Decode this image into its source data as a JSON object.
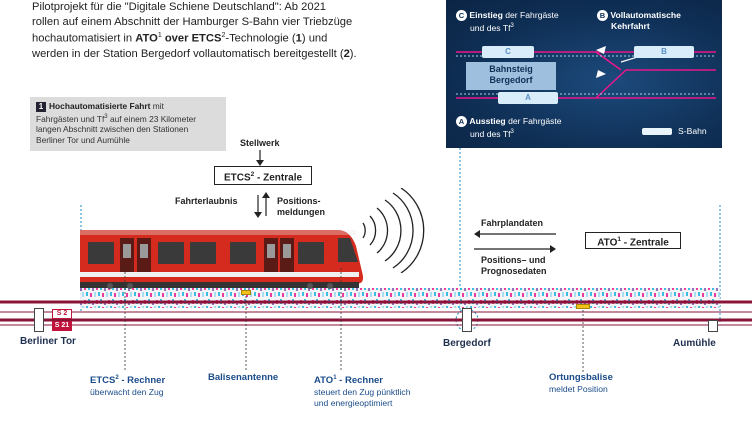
{
  "intro": {
    "line1": "Pilotprojekt für die \"Digitale Schiene Deutschland\": Ab 2021",
    "line2": "rollen auf einem Abschnitt der Hamburger S-Bahn vier Triebzüge",
    "line3_a": "hochautomatisiert in ",
    "line3_ato": "ATO",
    "line3_sup1": "1",
    "line3_over": " over ",
    "line3_etcs": "ETCS",
    "line3_sup2": "2",
    "line3_b": "-Technologie (",
    "line3_n1": "1",
    "line3_c": ") und",
    "line4_a": "werden in der Station Bergedorf vollautomatisch bereitgestellt (",
    "line4_n2": "2",
    "line4_b": ")."
  },
  "step1": {
    "number": "1",
    "title": "Hochautomatisierte Fahrt",
    "text_a": " mit",
    "text_b": "Fahrgästen und Tf",
    "text_b_sup": "3",
    "text_c": " auf einem 23 Kilometer",
    "line3": "langen Abschnitt zwischen den Stationen",
    "line4": "Berliner Tor und Aumühle"
  },
  "stellwerk": {
    "label": "Stellwerk",
    "etcs_box": "ETCS",
    "etcs_sup": "2",
    "etcs_suffix": " - Zentrale",
    "fahrterlaubnis": "Fahrterlaubnis",
    "positions": "Positions-",
    "meldungen": "meldungen"
  },
  "ato_side": {
    "fahrplandaten": "Fahrplandaten",
    "positions_und": "Positions– und",
    "prognosedaten": "Prognosedaten",
    "ato_box": "ATO",
    "ato_sup": "1",
    "ato_suffix": " - Zentrale"
  },
  "track": {
    "s2": "S 2",
    "s21": "S 21",
    "stations": [
      "Berliner Tor",
      "Bergedorf",
      "Aumühle"
    ]
  },
  "bottom_labels": {
    "etcs_title": "ETCS",
    "etcs_sup": "2",
    "etcs_suffix": " - Rechner",
    "etcs_sub": "überwacht den Zug",
    "balise_antenna": "Balisenantenne",
    "ato_title": "ATO",
    "ato_sup": "1",
    "ato_suffix": " - Rechner",
    "ato_sub1": "steuert den Zug pünktlich",
    "ato_sub2": "und energieoptimiert",
    "ortung_title": "Ortungsbalise",
    "ortung_sub": "meldet Position"
  },
  "inset": {
    "c_badge": "C",
    "c_title": "Einstieg",
    "c_rest": " der Fahrgäste",
    "c_line2": "und des Tf",
    "c_sup": "3",
    "b_badge": "B",
    "b_title1": "Vollautomatische",
    "b_title2": "Kehrfahrt",
    "platform1": "Bahnsteig",
    "platform2": "Bergedorf",
    "train_c": "C",
    "train_b": "B",
    "train_a": "A",
    "a_badge": "A",
    "a_title": "Ausstieg",
    "a_rest": " der Fahrgäste",
    "a_line2": "und des Tf",
    "a_sup": "3",
    "legend": "S-Bahn"
  },
  "colors": {
    "train_red": "#d52b1e",
    "track_pink": "#e8178a",
    "track_cyan": "#1ab0d8",
    "inset_bg": "#0f2f55",
    "text_blue": "#1b4c8a"
  }
}
